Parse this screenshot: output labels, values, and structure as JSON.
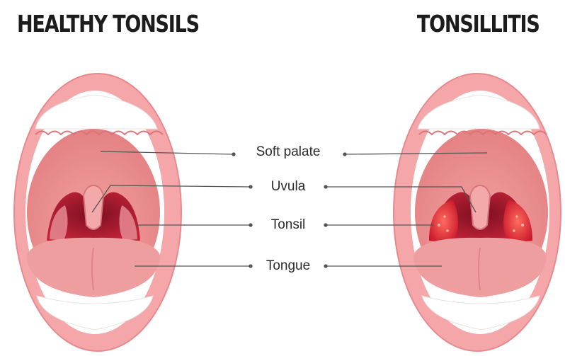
{
  "titles": {
    "left": "HEALTHY TONSILS",
    "right": "TONSILLITIS"
  },
  "labels": {
    "soft_palate": "Soft palate",
    "uvula": "Uvula",
    "tonsil": "Tonsil",
    "tongue": "Tongue"
  },
  "colors": {
    "lip": "#f4a6a9",
    "lip_edge": "#e7898f",
    "teeth": "#ffffff",
    "palate": "#eb8f90",
    "throat": "#b0182c",
    "tongue": "#ee9e9f",
    "inflamed_tonsil": "#d42a36",
    "leader_line": "#555555"
  }
}
